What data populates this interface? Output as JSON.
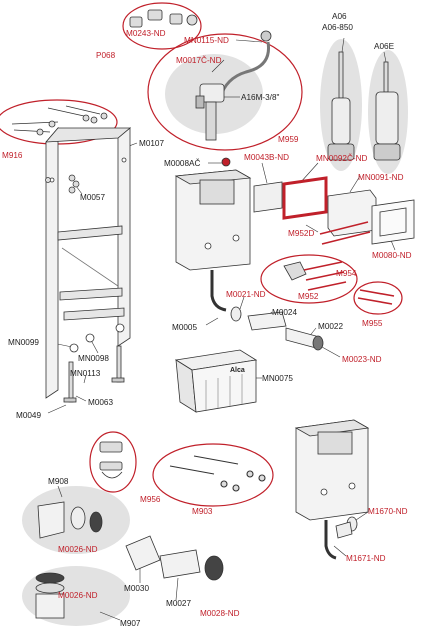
{
  "colors": {
    "red": "#c0202a",
    "black": "#222222",
    "halo": "#e2e2e2"
  },
  "labels": {
    "p068": "P068",
    "m0243": "M0243-ND",
    "mn0115": "MN0115-ND",
    "m0017c": "M0017Č-ND",
    "a16m": "A16M-3/8\"",
    "m959": "M959",
    "a06": "A06",
    "a06_850": "A06-850",
    "a06e": "A06E",
    "m916": "M916",
    "m0107": "M0107",
    "m0057": "M0057",
    "m0008ac": "M0008AČ",
    "m0043b": "M0043B-ND",
    "mn0092c": "MN0092Č-ND",
    "mn0091": "MN0091-ND",
    "m952d": "M952D",
    "m0080": "M0080-ND",
    "m954": "M954",
    "m952": "M952",
    "m955": "M955",
    "m0021": "M0021-ND",
    "m0024": "M0024",
    "m0005": "M0005",
    "m0022": "M0022",
    "m0023": "M0023-ND",
    "mn0099": "MN0099",
    "mn0098": "MN0098",
    "mn0113": "MN0113",
    "m0063": "M0063",
    "m0049": "M0049",
    "mn0075": "MN0075",
    "alca": "Alca",
    "m956": "M956",
    "m903": "M903",
    "m908": "M908",
    "m0026_top": "M0026-ND",
    "m0030": "M0030",
    "m0027": "M0027",
    "m0028": "M0028-ND",
    "m0026_bottom": "M0026-ND",
    "m907": "M907",
    "m1670": "M1670-ND",
    "m1671": "M1671-ND"
  }
}
